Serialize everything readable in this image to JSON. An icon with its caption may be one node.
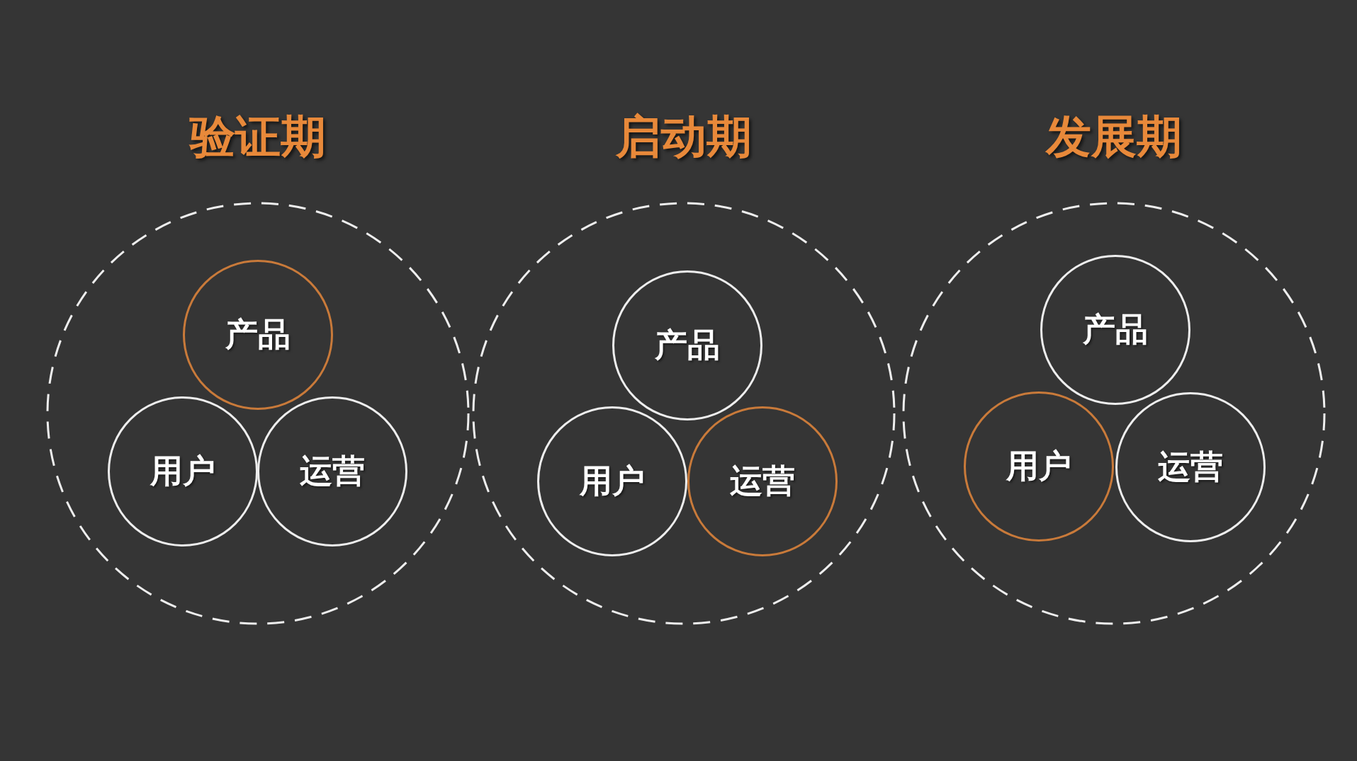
{
  "diagram": {
    "nodes": [
      {
        "text": [
          "验证期"
        ]
      },
      {
        "text": [
          "产品"
        ],
        "in": 0
      },
      {
        "text": [
          "用户"
        ],
        "in": 0
      },
      {
        "text": [
          "运营"
        ],
        "in": 0
      },
      {
        "text": [
          "启动期"
        ]
      },
      {
        "text": [
          "产品"
        ],
        "in": 4
      },
      {
        "text": [
          "用户"
        ],
        "in": 4
      },
      {
        "text": [
          "运营"
        ],
        "in": 4
      },
      {
        "text": [
          "发展期"
        ]
      },
      {
        "text": [
          "产品"
        ],
        "in": 8
      },
      {
        "text": [
          "用户"
        ],
        "in": 8
      },
      {
        "text": [
          "运营"
        ],
        "in": 8
      }
    ]
  }
}
